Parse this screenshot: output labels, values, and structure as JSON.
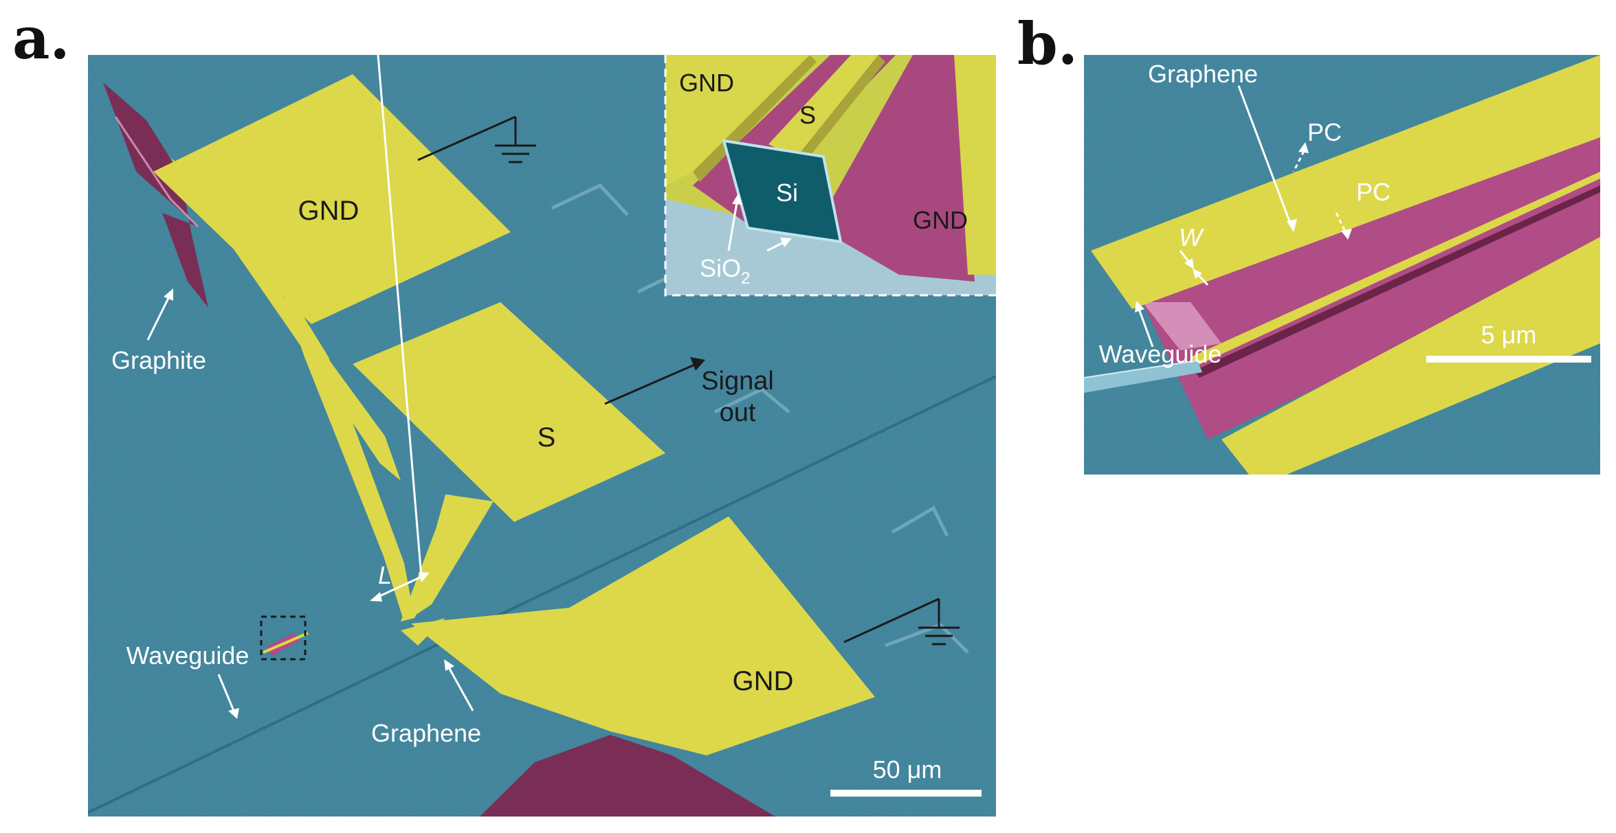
{
  "figure": {
    "panel_a": {
      "letter": "a.",
      "labels": {
        "gnd_top": "GND",
        "signal_pad": "S",
        "gnd_bottom": "GND",
        "graphite": "Graphite",
        "signal_out": "Signal out",
        "signal_out_line1": "Signal",
        "signal_out_line2": "out",
        "length": "L",
        "waveguide": "Waveguide",
        "graphene": "Graphene",
        "scale_bar": "50 μm"
      },
      "inset": {
        "gnd_left": "GND",
        "signal": "S",
        "si": "Si",
        "gnd_right": "GND",
        "sio2_base": "SiO",
        "sio2_sub": "2"
      }
    },
    "panel_b": {
      "letter": "b.",
      "labels": {
        "graphene": "Graphene",
        "pc_top": "PC",
        "pc_bottom": "PC",
        "width": "W",
        "waveguide": "Waveguide",
        "scale_bar": "5 μm"
      }
    },
    "colors": {
      "substrate": "#4a93ac",
      "gold_pad": "#dcd84a",
      "graphene_magenta": "#b04c86",
      "graphite_dark": "#7a2e55",
      "si_core": "#0f5c6a",
      "sio2": "#a7c9d6"
    }
  }
}
